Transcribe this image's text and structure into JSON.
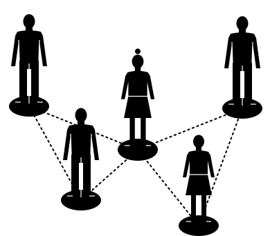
{
  "diagram": {
    "kind": "social-network",
    "style": {
      "background": "#ffffff",
      "figure_color": "#000000",
      "detail_color": "#ffffff",
      "link_style": "dashed"
    },
    "people": [
      {
        "id": "man-top-left",
        "type": "man-icon"
      },
      {
        "id": "woman-center",
        "type": "woman-icon"
      },
      {
        "id": "man-top-right",
        "type": "man-icon"
      },
      {
        "id": "man-bottom-left",
        "type": "man-icon"
      },
      {
        "id": "woman-bottom-right",
        "type": "woman-icon"
      }
    ],
    "links": [
      [
        "man-top-left",
        "woman-center"
      ],
      [
        "woman-center",
        "man-top-right"
      ],
      [
        "man-top-left",
        "man-bottom-left"
      ],
      [
        "man-bottom-left",
        "woman-center"
      ],
      [
        "woman-center",
        "woman-bottom-right"
      ],
      [
        "woman-bottom-right",
        "man-top-right"
      ]
    ]
  }
}
